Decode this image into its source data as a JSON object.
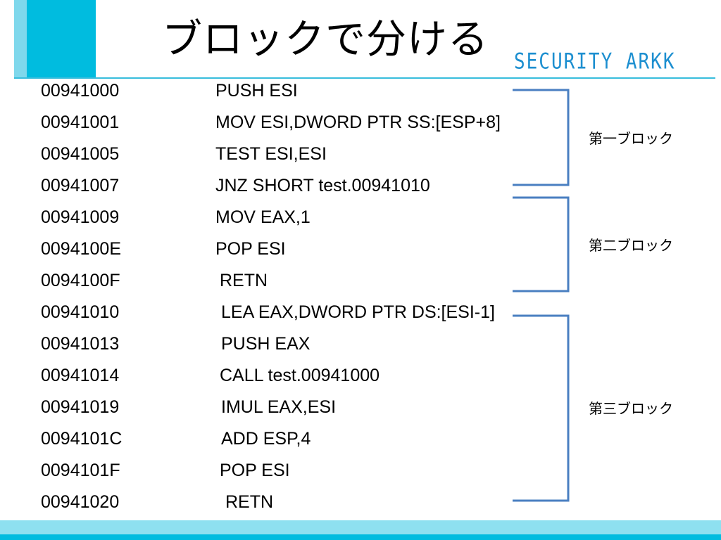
{
  "slide": {
    "title": "ブロックで分ける",
    "logo_text": "SECURITY ARKK"
  },
  "code_lines": [
    {
      "address": "00941000",
      "instruction": "PUSH ESI"
    },
    {
      "address": "00941001",
      "instruction": "MOV ESI,DWORD PTR SS:[ESP+8]"
    },
    {
      "address": "00941005",
      "instruction": "TEST ESI,ESI"
    },
    {
      "address": "00941007",
      "instruction": "JNZ SHORT test.00941010"
    },
    {
      "address": "00941009",
      "instruction": "MOV EAX,1"
    },
    {
      "address": "0094100E",
      "instruction": "POP ESI"
    },
    {
      "address": "0094100F",
      "instruction": "RETN"
    },
    {
      "address": "00941010",
      "instruction": "LEA EAX,DWORD PTR DS:[ESI-1]"
    },
    {
      "address": "00941013",
      "instruction": "PUSH EAX"
    },
    {
      "address": "00941014",
      "instruction": "CALL test.00941000"
    },
    {
      "address": "00941019",
      "instruction": "IMUL EAX,ESI"
    },
    {
      "address": "0094101C",
      "instruction": "ADD ESP,4"
    },
    {
      "address": "0094101F",
      "instruction": "POP ESI"
    },
    {
      "address": "00941020",
      "instruction": "RETN"
    }
  ],
  "blocks": [
    {
      "label": "第一ブロック"
    },
    {
      "label": "第二ブロック"
    },
    {
      "label": "第三ブロック"
    }
  ],
  "colors": {
    "accent": "#00bcdf",
    "accent_light": "#7fd8ec",
    "bracket": "#4a7fc1",
    "logo": "#1d8fd0"
  }
}
